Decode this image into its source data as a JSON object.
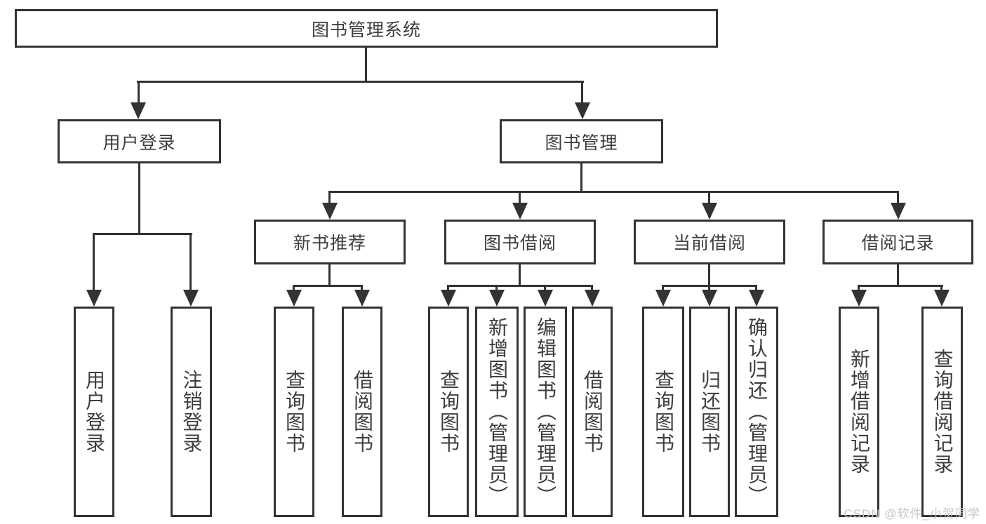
{
  "diagram": {
    "root": {
      "label": "图书管理系统"
    },
    "level2": [
      {
        "id": "user-login",
        "label": "用户登录",
        "parent": "图书管理系统"
      },
      {
        "id": "book-management",
        "label": "图书管理",
        "parent": "图书管理系统"
      }
    ],
    "level3": [
      {
        "id": "new-book-recommend",
        "label": "新书推荐",
        "parent": "图书管理"
      },
      {
        "id": "book-borrowing",
        "label": "图书借阅",
        "parent": "图书管理"
      },
      {
        "id": "current-borrowing",
        "label": "当前借阅",
        "parent": "图书管理"
      },
      {
        "id": "borrowing-records",
        "label": "借阅记录",
        "parent": "图书管理"
      }
    ],
    "leaves": [
      {
        "label": "用户登录",
        "parent": "用户登录"
      },
      {
        "label": "注销登录",
        "parent": "用户登录"
      },
      {
        "label": "查询图书",
        "parent": "新书推荐"
      },
      {
        "label": "借阅图书",
        "parent": "新书推荐"
      },
      {
        "label": "查询图书",
        "parent": "图书借阅"
      },
      {
        "label": "新增图书（管理员）",
        "parent": "图书借阅"
      },
      {
        "label": "编辑图书（管理员）",
        "parent": "图书借阅"
      },
      {
        "label": "借阅图书",
        "parent": "图书借阅"
      },
      {
        "label": "查询图书",
        "parent": "当前借阅"
      },
      {
        "label": "归还图书",
        "parent": "当前借阅"
      },
      {
        "label": "确认归还（管理员）",
        "parent": "当前借阅"
      },
      {
        "label": "新增借阅记录",
        "parent": "借阅记录"
      },
      {
        "label": "查询借阅记录",
        "parent": "借阅记录"
      }
    ]
  },
  "watermark": {
    "text": "CSDN @软件_小贺同学"
  },
  "colors": {
    "line": "#333333",
    "text": "#3d3d3d",
    "watermark": "#c6c6c6",
    "background": "#ffffff"
  }
}
